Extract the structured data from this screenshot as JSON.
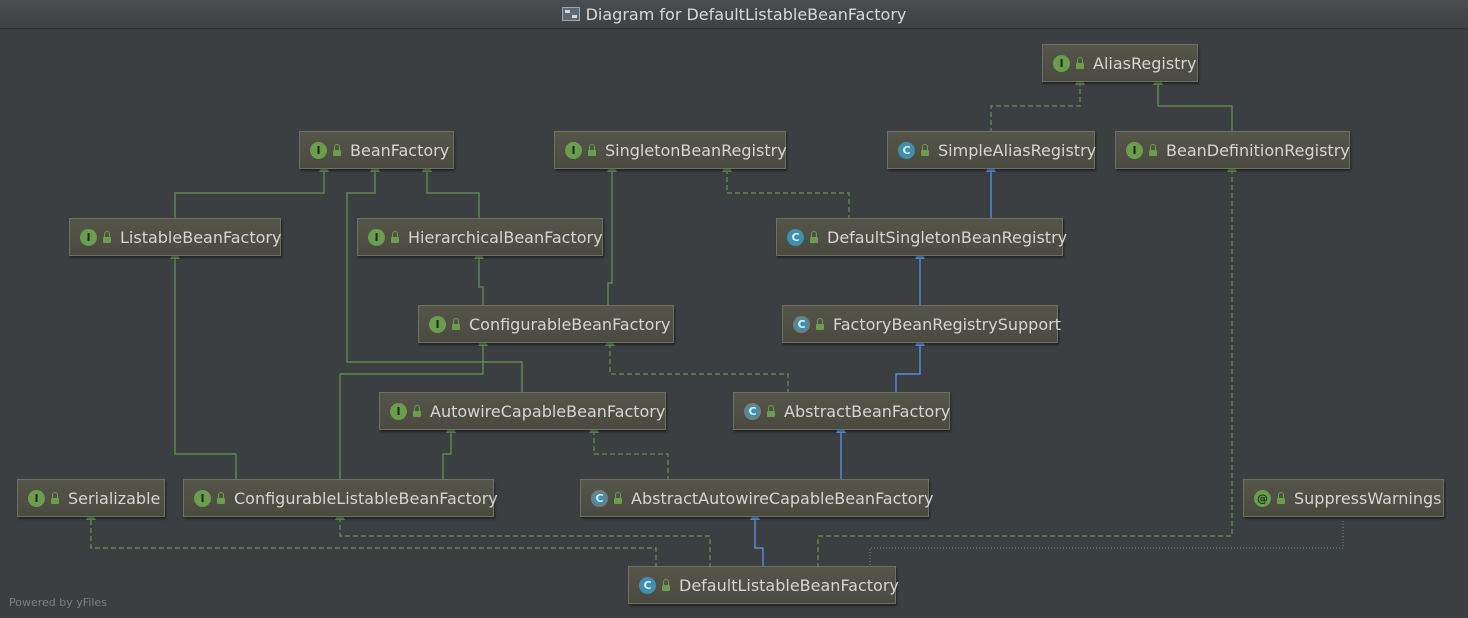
{
  "window": {
    "title": "Diagram for DefaultListableBeanFactory"
  },
  "footer": "Powered by yFiles",
  "nodes": {
    "alias_registry": {
      "label": "AliasRegistry",
      "kind": "interface",
      "badge": "I"
    },
    "bean_factory": {
      "label": "BeanFactory",
      "kind": "interface",
      "badge": "I"
    },
    "singleton_bean_registry": {
      "label": "SingletonBeanRegistry",
      "kind": "interface",
      "badge": "I"
    },
    "simple_alias_registry": {
      "label": "SimpleAliasRegistry",
      "kind": "class",
      "badge": "C"
    },
    "bean_definition_registry": {
      "label": "BeanDefinitionRegistry",
      "kind": "interface",
      "badge": "I"
    },
    "listable_bean_factory": {
      "label": "ListableBeanFactory",
      "kind": "interface",
      "badge": "I"
    },
    "hierarchical_bean_factory": {
      "label": "HierarchicalBeanFactory",
      "kind": "interface",
      "badge": "I"
    },
    "default_singleton_bean_registry": {
      "label": "DefaultSingletonBeanRegistry",
      "kind": "class",
      "badge": "C"
    },
    "configurable_bean_factory": {
      "label": "ConfigurableBeanFactory",
      "kind": "interface",
      "badge": "I"
    },
    "factory_bean_registry_support": {
      "label": "FactoryBeanRegistrySupport",
      "kind": "abstract-class",
      "badge": "C"
    },
    "autowire_capable_bean_factory": {
      "label": "AutowireCapableBeanFactory",
      "kind": "interface",
      "badge": "I"
    },
    "abstract_bean_factory": {
      "label": "AbstractBeanFactory",
      "kind": "abstract-class",
      "badge": "C"
    },
    "serializable": {
      "label": "Serializable",
      "kind": "interface",
      "badge": "I"
    },
    "configurable_listable_bean_factory": {
      "label": "ConfigurableListableBeanFactory",
      "kind": "interface",
      "badge": "I"
    },
    "abstract_autowire_capable_bean_factory": {
      "label": "AbstractAutowireCapableBeanFactory",
      "kind": "abstract-class",
      "badge": "C"
    },
    "suppress_warnings": {
      "label": "SuppressWarnings",
      "kind": "annotation",
      "badge": "@"
    },
    "default_listable_bean_factory": {
      "label": "DefaultListableBeanFactory",
      "kind": "class",
      "badge": "C"
    }
  },
  "colors": {
    "background": "#3c3f41",
    "interface_edge": "#629755",
    "class_edge": "#589df6",
    "annotation_edge": "#6a8759",
    "node_fill": "#4f4f45"
  }
}
